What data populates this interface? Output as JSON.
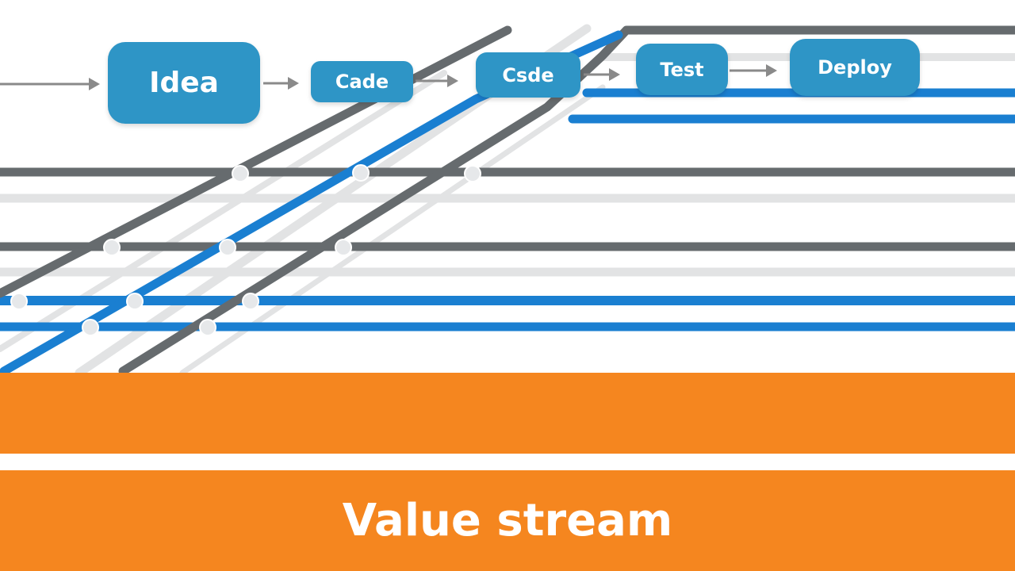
{
  "stages": [
    {
      "label": "Idea"
    },
    {
      "label": "Cade"
    },
    {
      "label": "Csde"
    },
    {
      "label": "Test"
    },
    {
      "label": "Deploy"
    }
  ],
  "value_stream": {
    "label": "Value stream"
  },
  "colors": {
    "stage_fill": "#2e95c6",
    "track_dark": "#666b6e",
    "track_light": "#e2e3e4",
    "track_blue": "#1a7fd1",
    "node_fill": "#e6e8ea",
    "band": "#f5861f",
    "arrow": "#8a8a8a"
  }
}
